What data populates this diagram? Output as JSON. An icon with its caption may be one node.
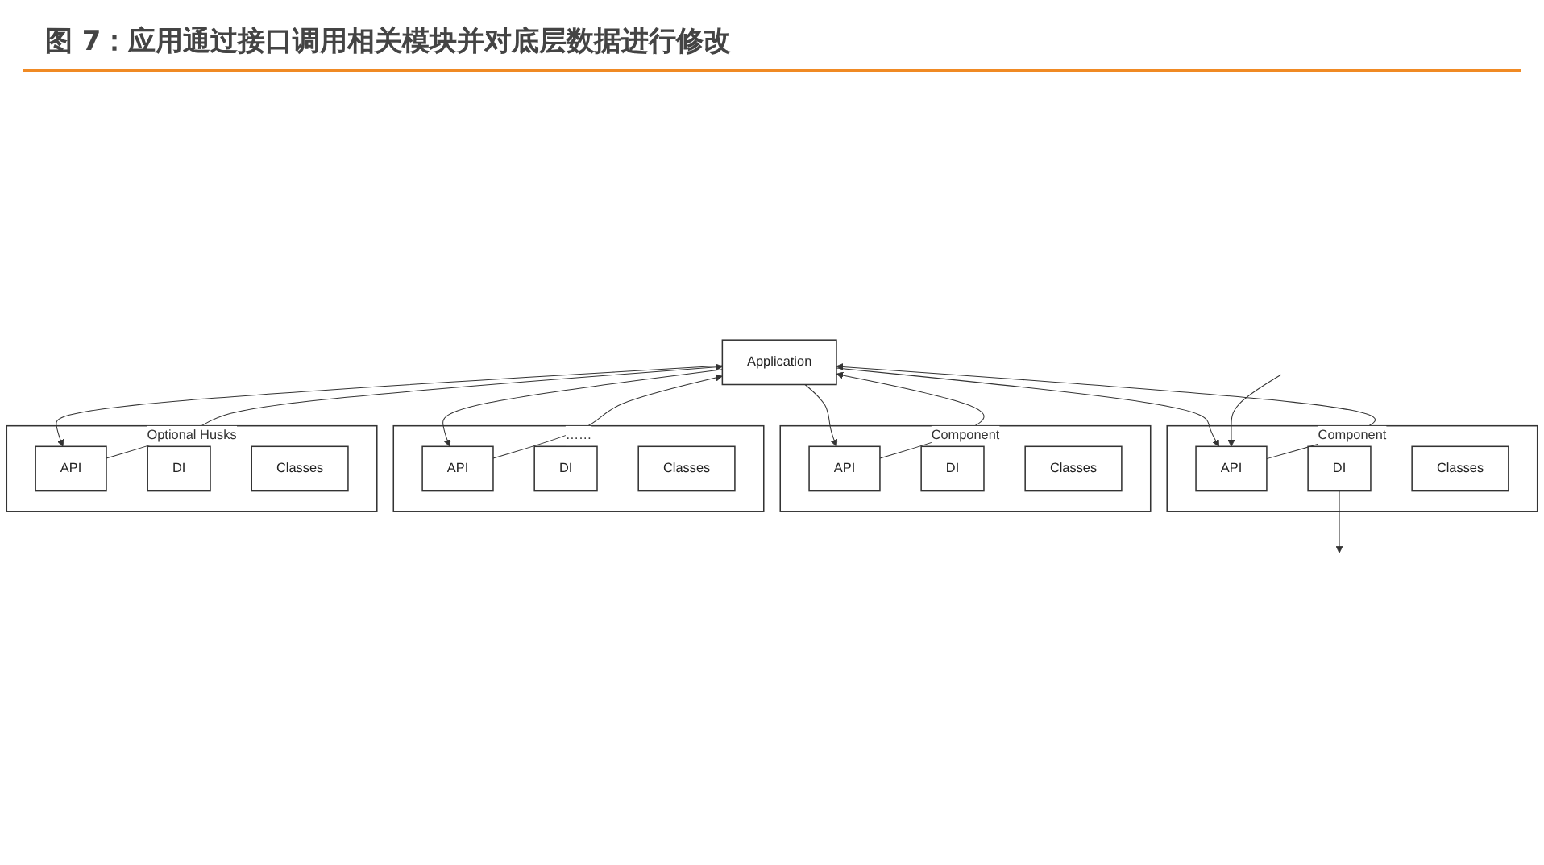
{
  "diagram": {
    "title": "图 7：应用通过接口调用相关模块并对底层数据进行修改",
    "nodes": [
      {
        "text": [
          "Application"
        ]
      },
      {
        "text": [
          "Component"
        ]
      },
      {
        "text": [
          "API"
        ],
        "in": 1
      },
      {
        "text": [
          "DI"
        ],
        "in": 1
      },
      {
        "text": [
          "Classes"
        ],
        "in": 1
      },
      {
        "text": [
          "Component"
        ]
      },
      {
        "text": [
          "API"
        ],
        "in": 5
      },
      {
        "text": [
          "DI"
        ],
        "in": 5
      },
      {
        "text": [
          "Classes"
        ],
        "in": 5
      },
      {
        "text": [
          "……"
        ]
      },
      {
        "text": [
          "API"
        ],
        "in": 9
      },
      {
        "text": [
          "DI"
        ],
        "in": 9
      },
      {
        "text": [
          "Classes"
        ],
        "in": 9
      },
      {
        "text": [
          "Optional Husks"
        ]
      },
      {
        "text": [
          "API"
        ],
        "in": 13
      },
      {
        "text": [
          "DI"
        ],
        "in": 13
      },
      {
        "text": [
          "Classes"
        ],
        "in": 13
      }
    ],
    "edges": [
      {
        "from": 0,
        "to": 2,
        "arrow": "to"
      },
      {
        "from": 2,
        "to": 0,
        "arrow": "to"
      },
      {
        "from": null,
        "to": 2,
        "arrow": "to"
      },
      {
        "from": 3,
        "to": null,
        "arrow": "to"
      },
      {
        "from": 0,
        "to": 6,
        "arrow": "to"
      },
      {
        "from": 6,
        "to": 0,
        "arrow": "to"
      },
      {
        "from": 0,
        "to": 10,
        "arrow": "to"
      },
      {
        "from": 10,
        "to": 0,
        "arrow": "to"
      },
      {
        "from": 0,
        "to": 14,
        "arrow": "to"
      },
      {
        "from": 14,
        "to": 0,
        "arrow": "to"
      }
    ]
  }
}
